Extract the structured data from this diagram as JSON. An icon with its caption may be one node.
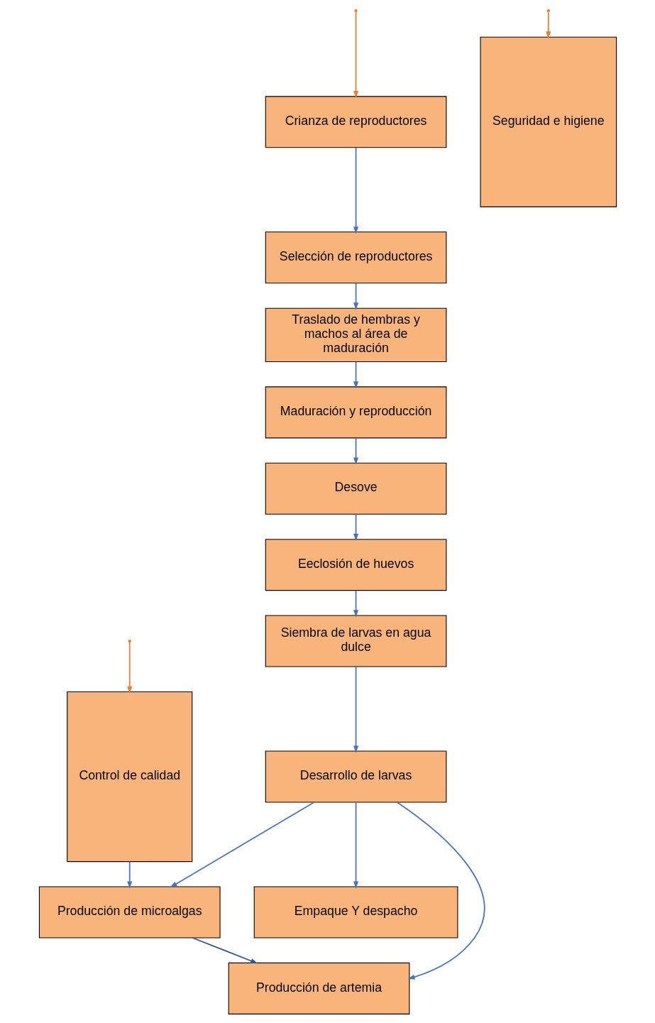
{
  "diagram": {
    "nodes": [
      {
        "text": [
          "Crianza de reproductores"
        ]
      },
      {
        "text": [
          "Selección de reproductores"
        ]
      },
      {
        "text": [
          "Traslado de hembras y machos al área de maduración"
        ]
      },
      {
        "text": [
          "Maduración y reproducción"
        ]
      },
      {
        "text": [
          "Desove"
        ]
      },
      {
        "text": [
          "Eeclosión de huevos"
        ]
      },
      {
        "text": [
          "Siembra de larvas en agua dulce"
        ]
      },
      {
        "text": [
          "Desarrollo de larvas"
        ]
      },
      {
        "text": [
          "Empaque Y despacho"
        ]
      },
      {
        "text": [
          "Seguridad e higiene"
        ]
      },
      {
        "text": [
          "Control de calidad"
        ]
      },
      {
        "text": [
          "Producción de microalgas"
        ]
      },
      {
        "text": [
          "Producción de artemia"
        ]
      }
    ],
    "edges": [
      {
        "from": null,
        "to": 0,
        "arrow": "to",
        "color": "#ed7d31"
      },
      {
        "from": null,
        "to": 9,
        "arrow": "to",
        "color": "#ed7d31"
      },
      {
        "from": null,
        "to": 10,
        "arrow": "to",
        "color": "#ed7d31"
      },
      {
        "from": 0,
        "to": 1,
        "arrow": "to"
      },
      {
        "from": 1,
        "to": 2,
        "arrow": "to"
      },
      {
        "from": 2,
        "to": 3,
        "arrow": "to"
      },
      {
        "from": 3,
        "to": 4,
        "arrow": "to"
      },
      {
        "from": 4,
        "to": 5,
        "arrow": "to"
      },
      {
        "from": 5,
        "to": 6,
        "arrow": "to"
      },
      {
        "from": 6,
        "to": 7,
        "arrow": "to"
      },
      {
        "from": 7,
        "to": 8,
        "arrow": "to"
      },
      {
        "from": 7,
        "to": 11,
        "arrow": "to"
      },
      {
        "from": 7,
        "to": 12,
        "arrow": "to"
      },
      {
        "from": 10,
        "to": 11,
        "arrow": "to"
      },
      {
        "from": 11,
        "to": 12,
        "arrow": "to",
        "color": "#2f5597"
      }
    ]
  }
}
